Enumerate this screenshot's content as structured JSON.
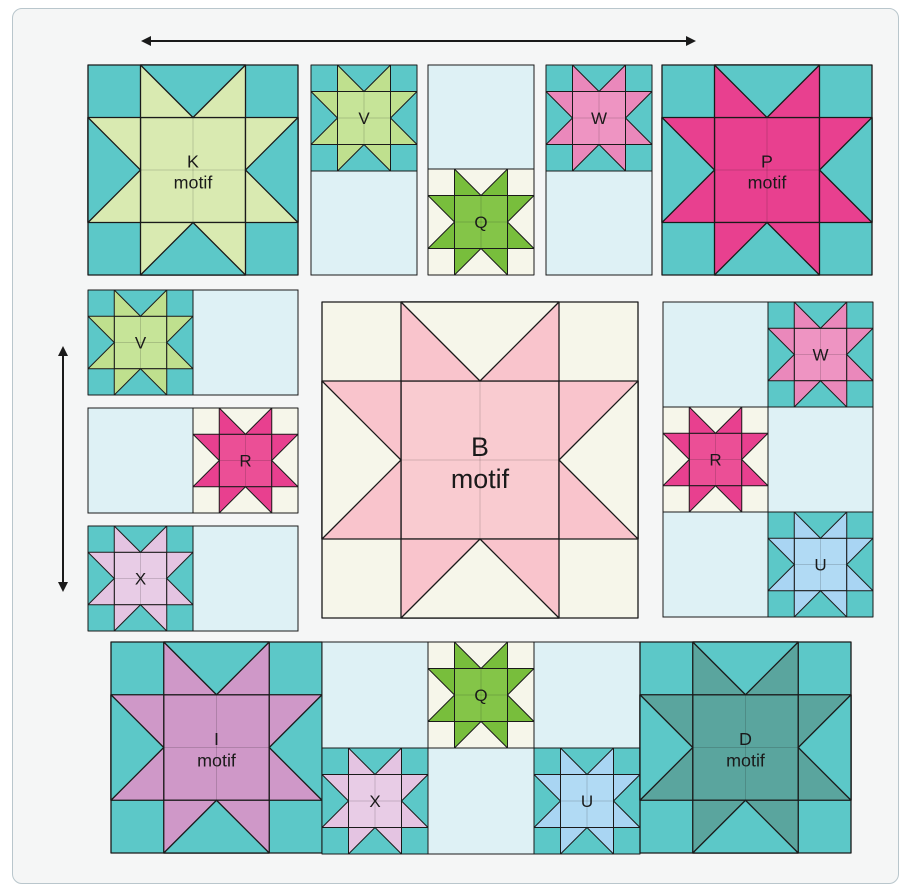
{
  "colors": {
    "teal": "#5cc8c8",
    "light_blue": "#def1f5",
    "cream": "#f6f6ea",
    "outline": "#1a1a1a",
    "frame_background": "#f5f6f6",
    "frame_border": "#b9c6cc"
  },
  "motifs": {
    "K": {
      "label": "K",
      "sublabel": "motif",
      "star": "#d9eab1",
      "center": "#d9eab1",
      "background": "#5cc8c8"
    },
    "P": {
      "label": "P",
      "sublabel": "motif",
      "star": "#e8408f",
      "center": "#e8408f",
      "background": "#5cc8c8"
    },
    "B": {
      "label": "B",
      "sublabel": "motif",
      "star": "#f9c4cc",
      "center": "#f9cbd0",
      "background": "#f6f6ea"
    },
    "I": {
      "label": "I",
      "sublabel": "motif",
      "star": "#cf98c8",
      "center": "#cf98c8",
      "background": "#5cc8c8"
    },
    "D": {
      "label": "D",
      "sublabel": "motif",
      "star": "#5aa59e",
      "center": "#5aa59e",
      "background": "#5cc8c8"
    },
    "V": {
      "label": "V",
      "star": "#bfe08e",
      "center": "#c6e498",
      "background": "#5cc8c8"
    },
    "W": {
      "label": "W",
      "star": "#ea88bb",
      "center": "#ee94c2",
      "background": "#5cc8c8"
    },
    "Q": {
      "label": "Q",
      "star": "#78be3c",
      "center": "#84c548",
      "background": "#f6f6ea"
    },
    "R": {
      "label": "R",
      "star": "#e8408f",
      "center": "#eb4f96",
      "background": "#f6f6ea"
    },
    "X": {
      "label": "X",
      "star": "#e4c4e2",
      "center": "#e8cce6",
      "background": "#5cc8c8"
    },
    "U": {
      "label": "U",
      "star": "#a9d5f3",
      "center": "#b1daf4",
      "background": "#5cc8c8"
    }
  },
  "arrows": {
    "horizontal": {
      "direction": "left-right",
      "placement": "top"
    },
    "vertical": {
      "direction": "up-down",
      "placement": "left"
    }
  }
}
